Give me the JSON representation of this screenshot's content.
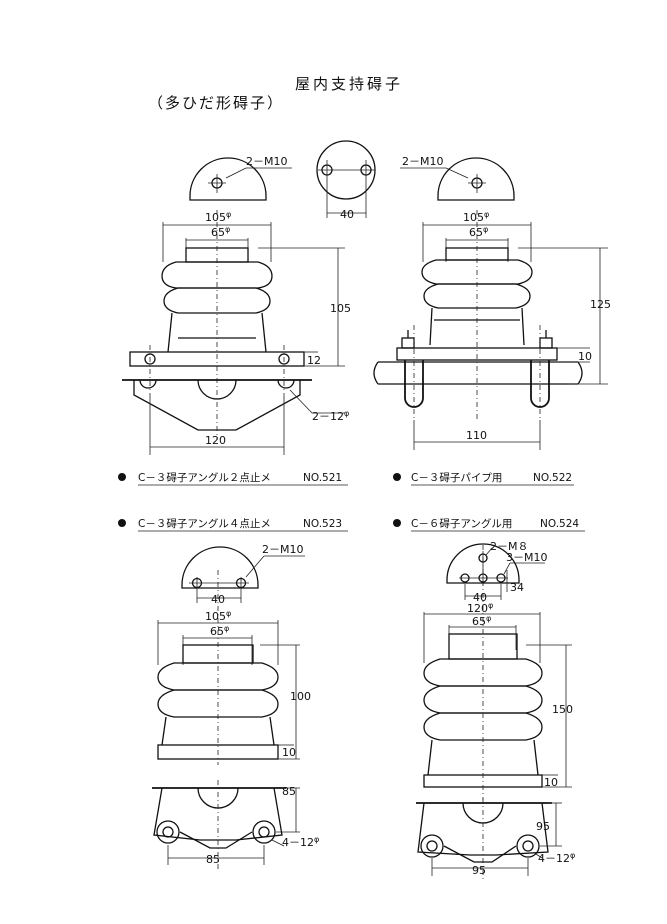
{
  "header": {
    "title": "屋内支持碍子",
    "subtitle": "（多ひだ形碍子）"
  },
  "figures": {
    "fig521": {
      "caption": "C－３碍子アングル２点止メ",
      "number": "NO.521",
      "dims": {
        "holes": "2－M10",
        "d1": "105",
        "d2": "65",
        "height": "105",
        "base": "12",
        "bolt": "2－12",
        "width": "120",
        "pitch": "40"
      },
      "phi": "φ"
    },
    "fig522": {
      "caption": "C－３碍子パイプ用",
      "number": "NO.522",
      "dims": {
        "holes": "2－M10",
        "d1": "105",
        "d2": "65",
        "height": "125",
        "base": "10",
        "width": "110"
      },
      "phi": "φ"
    },
    "fig523": {
      "caption": "C－３碍子アングル４点止メ",
      "number": "NO.523",
      "dims": {
        "holes": "2－M10",
        "pitch": "40",
        "d1": "105",
        "d2": "65",
        "height": "100",
        "base": "10",
        "depth": "85",
        "width": "85",
        "bolt": "4－12"
      },
      "phi": "φ"
    },
    "fig524": {
      "caption": "C－６碍子アングル用",
      "number": "NO.524",
      "dims": {
        "holes1": "2－M８",
        "holes2": "3－M10",
        "pitch": "40",
        "side": "34",
        "d1": "120",
        "d2": "65",
        "height": "150",
        "base": "10",
        "depth": "95",
        "width": "95",
        "bolt": "4－12"
      },
      "phi": "φ"
    }
  }
}
